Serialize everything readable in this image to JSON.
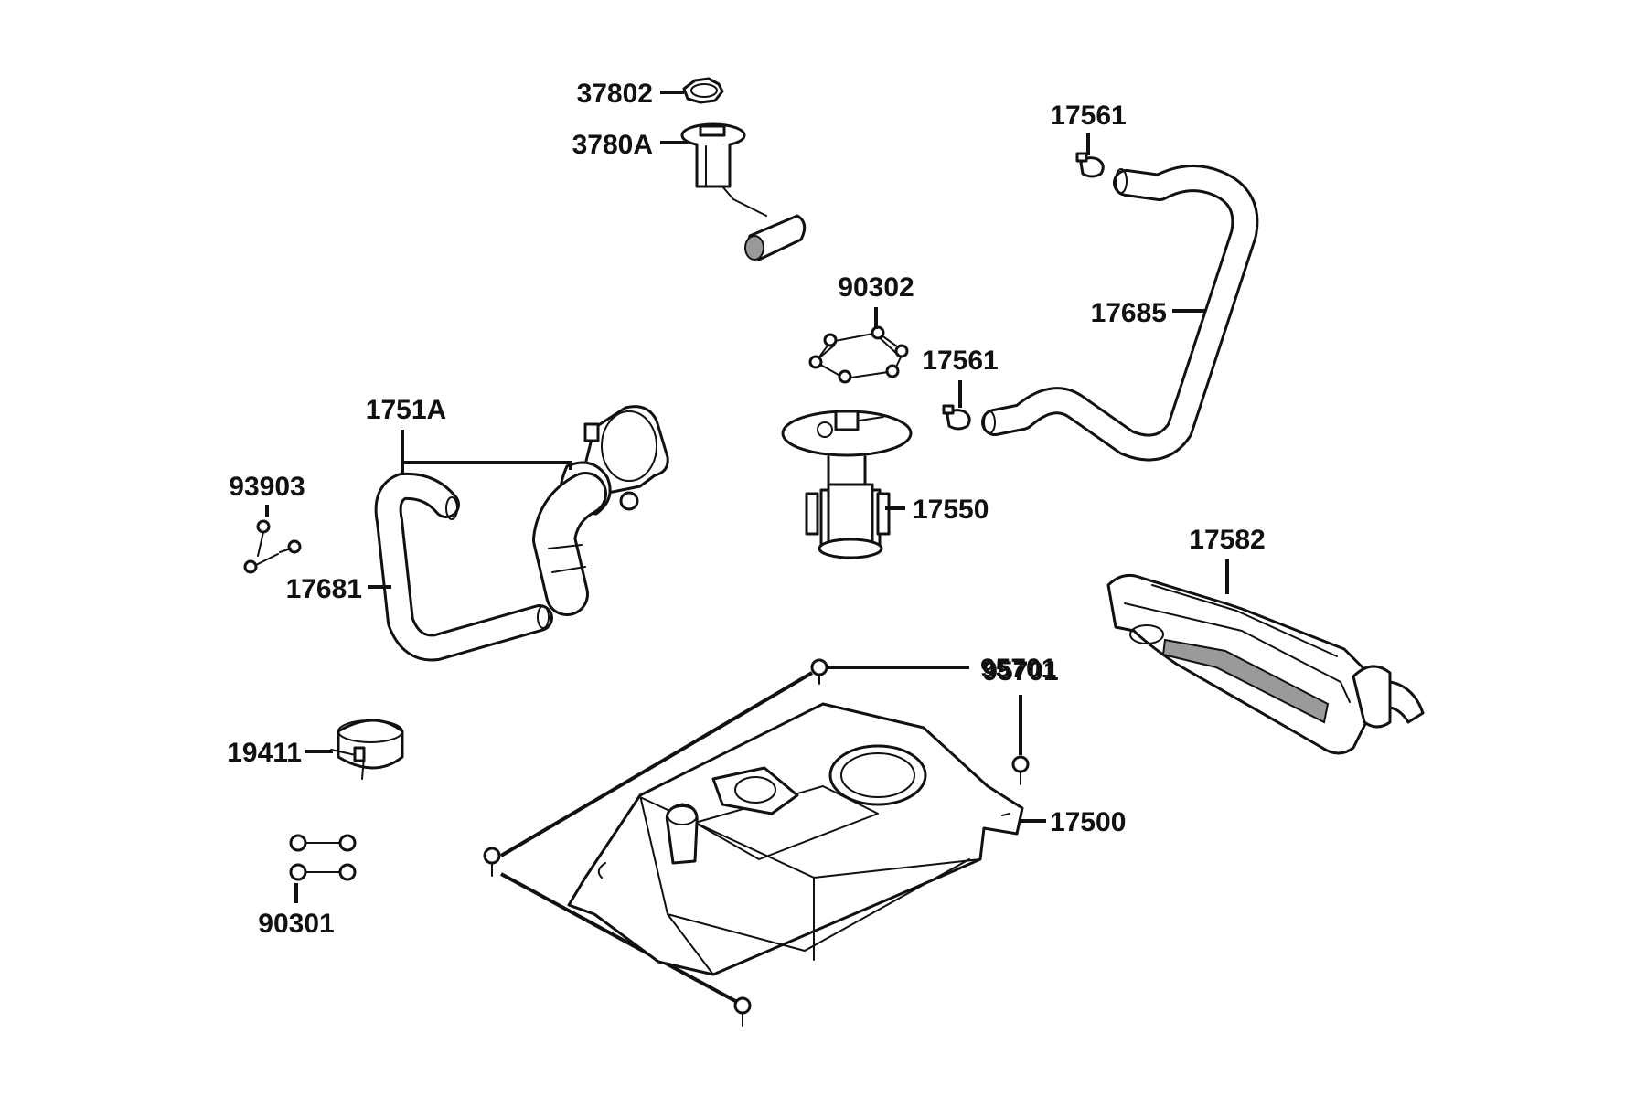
{
  "diagram": {
    "labels": {
      "p37802": "37802",
      "p3780A": "3780A",
      "p17561_top": "17561",
      "p90302": "90302",
      "p17561_mid": "17561",
      "p17685": "17685",
      "p1751A": "1751A",
      "p93903": "93903",
      "p17550": "17550",
      "p17681": "17681",
      "p17582": "17582",
      "p95701_top": "95701",
      "p95701_side": "95701",
      "p19411": "19411",
      "p17500": "17500",
      "p90301": "90301"
    }
  }
}
